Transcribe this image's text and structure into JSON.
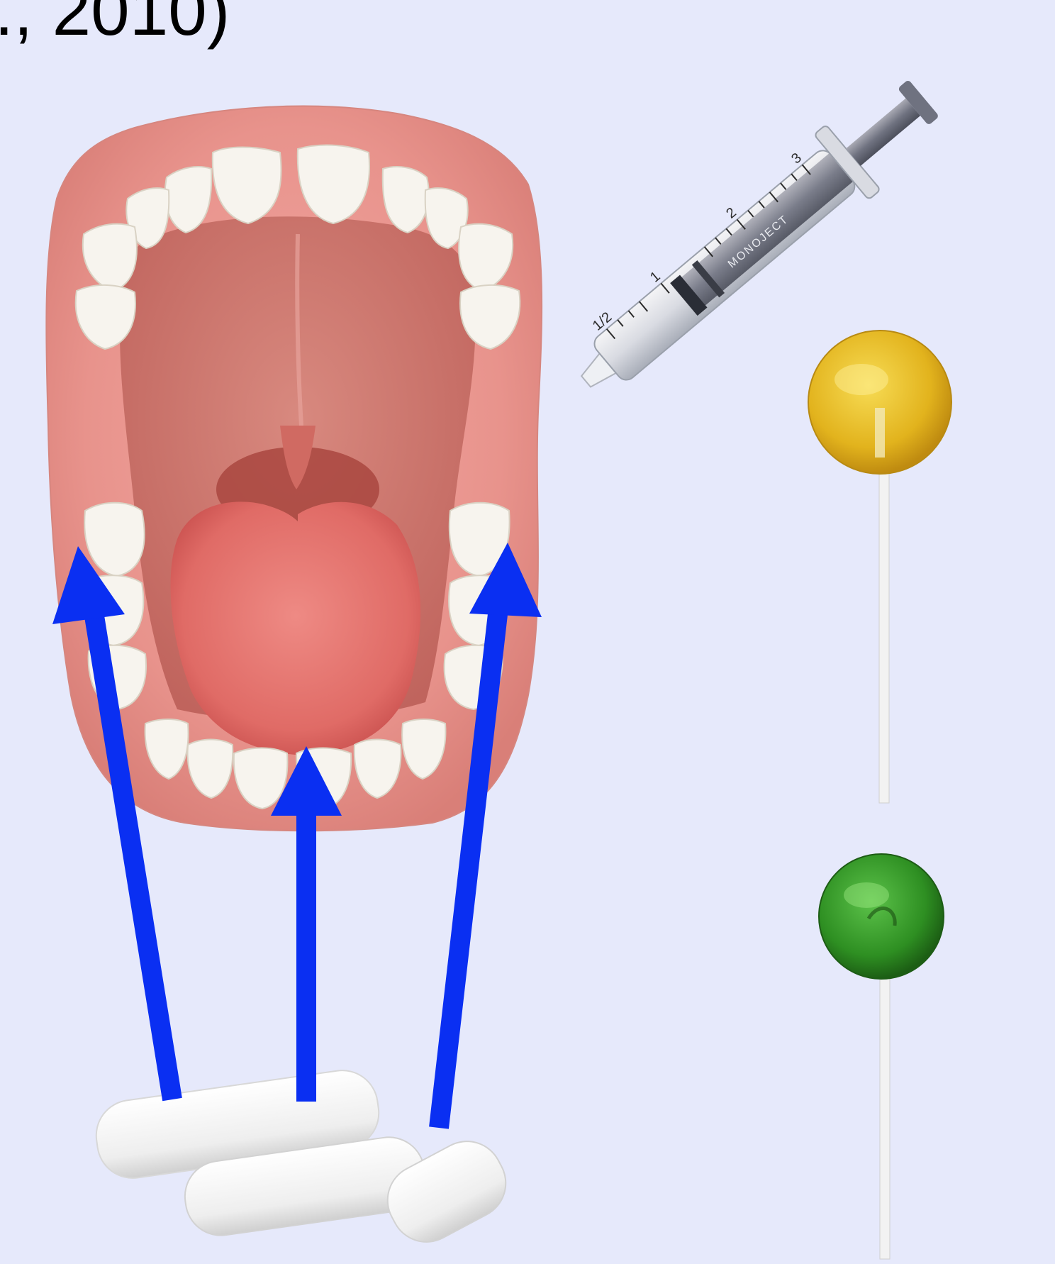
{
  "citation_text": "., 2010)",
  "colors": {
    "background": "#e6e9fb",
    "arrow": "#0a2ff2",
    "yellow_lollipop": "#e2b31d",
    "green_lollipop": "#2e8f22",
    "gum": "#e88f8a",
    "tongue": "#e36f6a",
    "teeth": "#f7f4ee",
    "cotton": "#f4f4f4"
  },
  "syringe": {
    "scale_markings": [
      "1/2",
      "1",
      "2",
      "3"
    ],
    "brand": "MONOJECT"
  }
}
